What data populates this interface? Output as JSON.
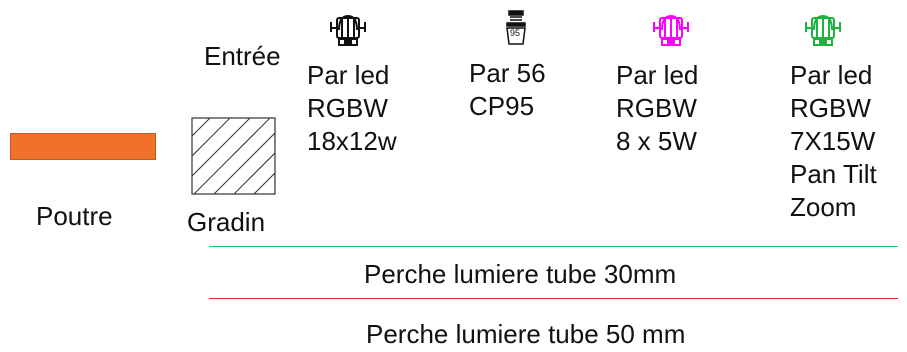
{
  "legend": {
    "entree_label": "Entrée",
    "poutre": {
      "label": "Poutre",
      "color": "#f07129"
    },
    "gradin": {
      "label": "Gradin"
    },
    "fixtures": [
      {
        "label": "Par led\nRGBW\n18x12w",
        "icon": "par-led-icon",
        "color": "#111111"
      },
      {
        "label": "Par 56\nCP95",
        "icon": "par56-cp95-icon",
        "badge": "95",
        "color": "#111111"
      },
      {
        "label": "Par led\nRGBW\n8 x 5W",
        "icon": "par-led-icon",
        "color": "#ff00ff"
      },
      {
        "label": "Par led\nRGBW\n7X15W\nPan Tilt\nZoom",
        "icon": "par-led-icon",
        "color": "#1db33e"
      }
    ],
    "perches": [
      {
        "label": "Perche lumiere tube 30mm",
        "color": "#22c55e"
      },
      {
        "label": "Perche lumiere tube 50 mm",
        "color": "#e0301e"
      }
    ]
  }
}
